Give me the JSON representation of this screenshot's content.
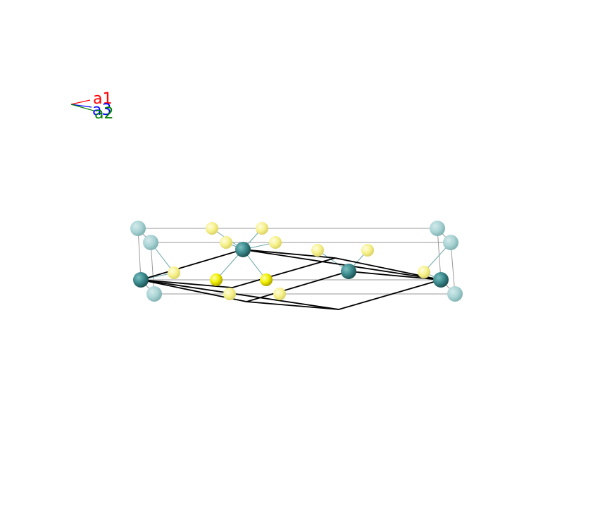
{
  "axes_indicator": {
    "labels": [
      {
        "name": "a1",
        "color": "#ff0000"
      },
      {
        "name": "a3",
        "color": "#0000ff"
      },
      {
        "name": "a2",
        "color": "#008000"
      }
    ]
  },
  "colors": {
    "cation": "#3d8c8f",
    "cation_ghost": "#a9d3d4",
    "anion": "#f0f000",
    "anion_ghost": "#f6f18a",
    "cell_edge": "#9a9a9a",
    "primitive_edge": "#000000",
    "background": "#ffffff"
  },
  "atom_types": [
    "cation",
    "anion"
  ]
}
